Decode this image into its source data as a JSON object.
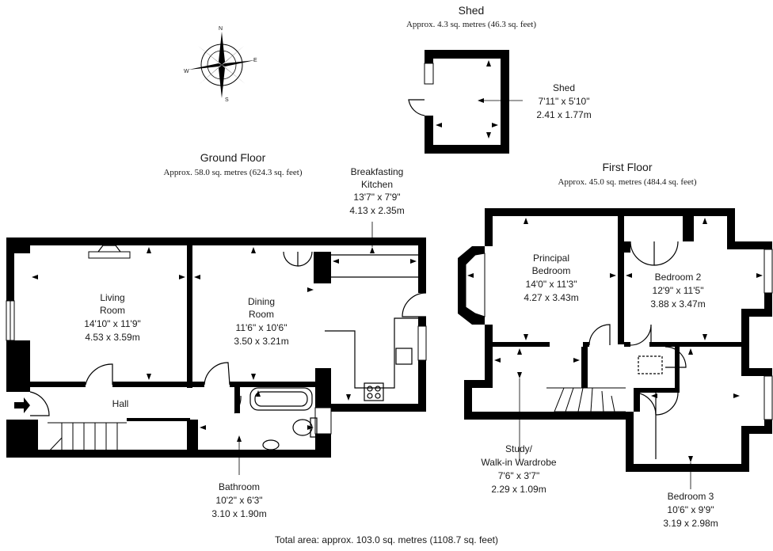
{
  "shed": {
    "title": "Shed",
    "area": "Approx. 4.3 sq. metres (46.3 sq. feet)",
    "room": {
      "name": "Shed",
      "imperial": "7'11\" x 5'10\"",
      "metric": "2.41 x 1.77m"
    }
  },
  "ground_floor": {
    "title": "Ground Floor",
    "area": "Approx. 58.0 sq. metres (624.3 sq. feet)",
    "rooms": {
      "living": {
        "name_1": "Living",
        "name_2": "Room",
        "imperial": "14'10\" x 11'9\"",
        "metric": "4.53 x 3.59m"
      },
      "dining": {
        "name_1": "Dining",
        "name_2": "Room",
        "imperial": "11'6\" x 10'6\"",
        "metric": "3.50 x 3.21m"
      },
      "kitchen": {
        "name_1": "Breakfasting",
        "name_2": "Kitchen",
        "imperial": "13'7\" x 7'9\"",
        "metric": "4.13 x 2.35m"
      },
      "hall": {
        "name": "Hall"
      },
      "bathroom": {
        "name": "Bathroom",
        "imperial": "10'2\" x 6'3\"",
        "metric": "3.10 x 1.90m"
      }
    }
  },
  "first_floor": {
    "title": "First Floor",
    "area": "Approx. 45.0 sq. metres (484.4 sq. feet)",
    "rooms": {
      "principal": {
        "name_1": "Principal",
        "name_2": "Bedroom",
        "imperial": "14'0\" x 11'3\"",
        "metric": "4.27 x 3.43m"
      },
      "bedroom2": {
        "name": "Bedroom 2",
        "imperial": "12'9\" x 11'5\"",
        "metric": "3.88 x 3.47m"
      },
      "study": {
        "name_1": "Study/",
        "name_2": "Walk-in Wardrobe",
        "imperial": "7'6\" x 3'7\"",
        "metric": "2.29 x 1.09m"
      },
      "bedroom3": {
        "name": "Bedroom 3",
        "imperial": "10'6\" x 9'9\"",
        "metric": "3.19 x 2.98m"
      }
    }
  },
  "compass": {
    "n": "N",
    "s": "S",
    "e": "E",
    "w": "W"
  },
  "total_area": "Total area: approx. 103.0 sq. metres (1108.7 sq. feet)",
  "colors": {
    "wall": "#000000",
    "text": "#1a1a1a"
  }
}
